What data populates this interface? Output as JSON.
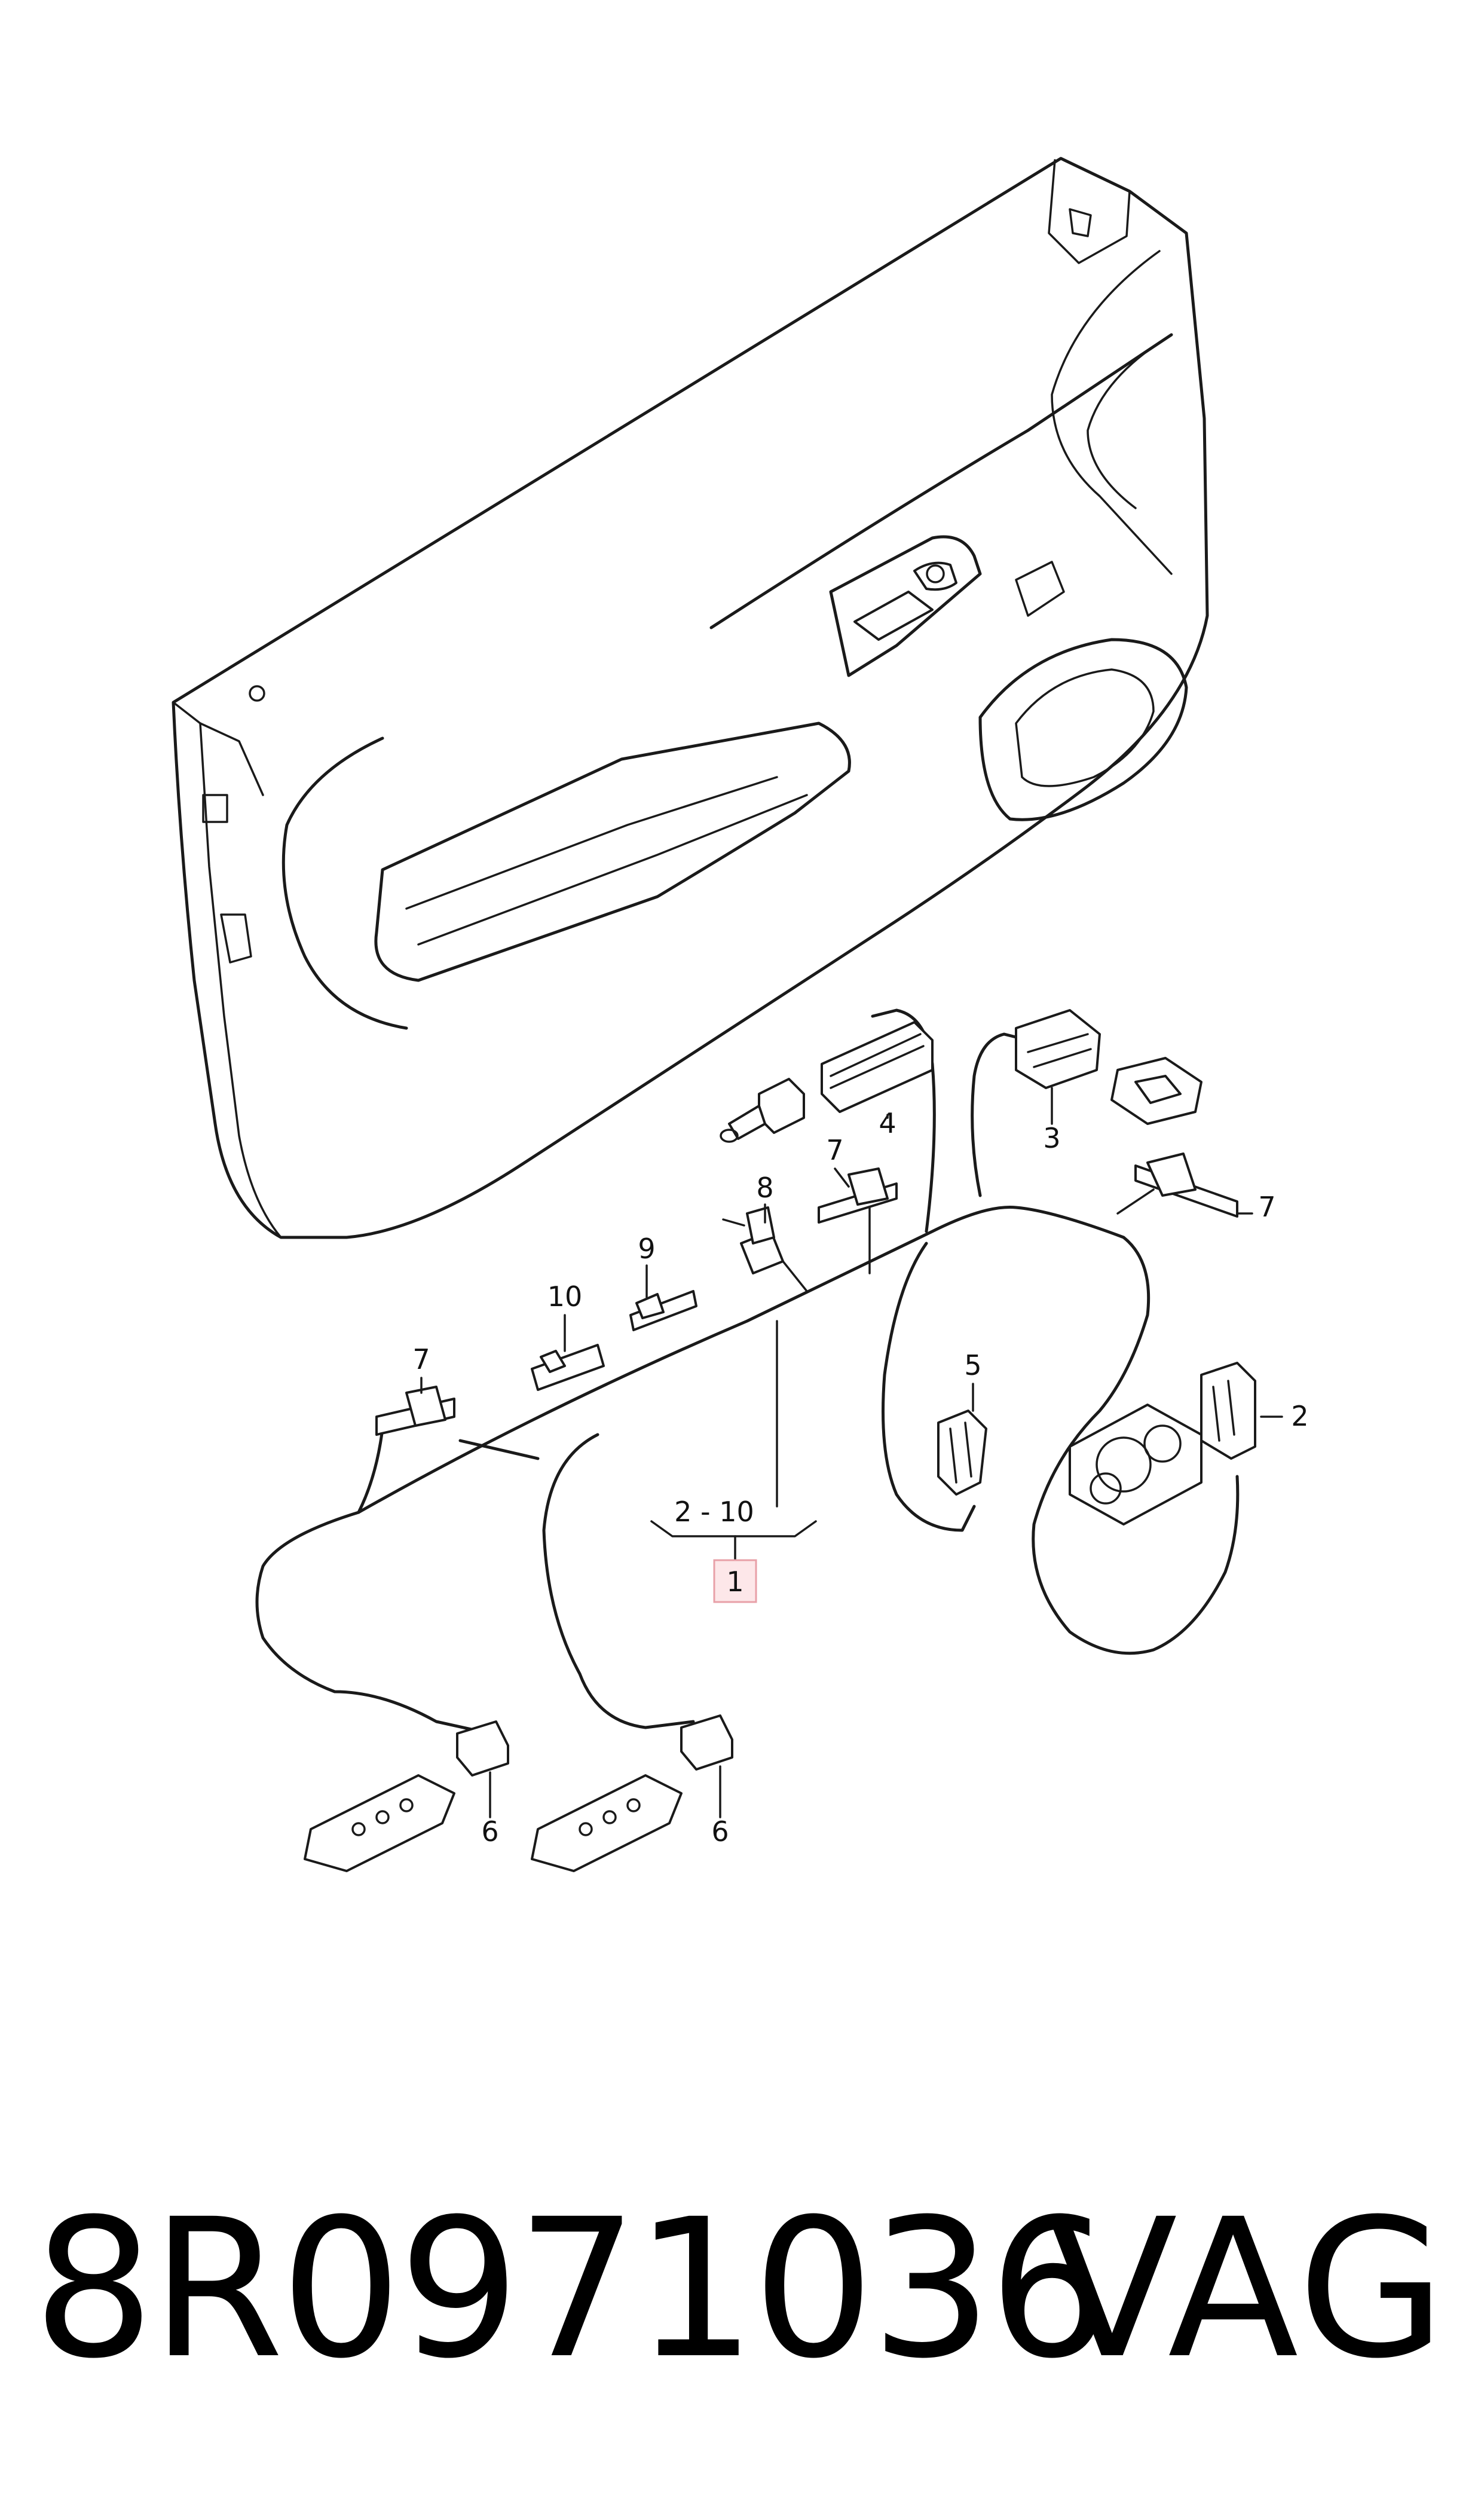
{
  "diagram": {
    "callouts": {
      "c1": "1",
      "c2": "2",
      "c3": "3",
      "c4": "4",
      "c5": "5",
      "c6a": "6",
      "c6b": "6",
      "c7a": "7",
      "c7b": "7",
      "c7c": "7",
      "c8": "8",
      "c9": "9",
      "c10": "10",
      "range": "2 - 10"
    },
    "highlight_color": "#e8a0a8"
  },
  "footer": {
    "part_number": "8R0971036",
    "brand": "VAG"
  }
}
